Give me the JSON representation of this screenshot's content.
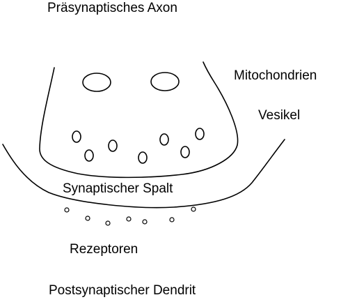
{
  "labels": {
    "presynaptic_axon": "Präsynaptisches Axon",
    "mitochondria": "Mitochondrien",
    "vesicles": "Vesikel",
    "synaptic_cleft": "Synaptischer Spalt",
    "receptors": "Rezeptoren",
    "postsynaptic_dendrite": "Postsynaptischer Dendrit"
  },
  "colors": {
    "stroke": "#000000",
    "background": "#ffffff"
  }
}
